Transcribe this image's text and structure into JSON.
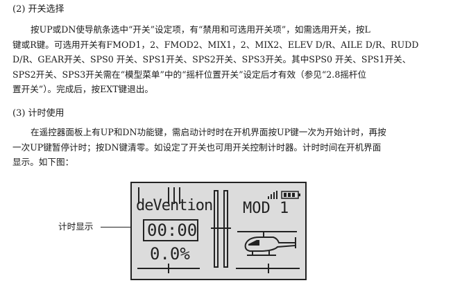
{
  "section_switch": {
    "heading": "(2) 开关选择",
    "lines": [
      "按UP或DN使导航条选中“开关”设定项，有“禁用和可选用开关项”，如需选用开关，按L",
      "键或R键。可选用开关有FMOD1，2、FMOD2、MIX1，2、MIX2、ELEV D/R、AILE D/R、RUDD",
      "D/R、GEAR开关、SPS0 开关、SPS1开关、SPS2开关、SPS3开关。其中SPS0 开关、SPS1开关、",
      "SPS2开关、SPS3开关需在“模型菜单”中的“摇杆位置开关”设定后才有效（参见“2.8摇杆位",
      "置开关”）。完成后，按EXT键退出。"
    ]
  },
  "section_timer": {
    "heading": "(3) 计时使用",
    "lines": [
      "在遥控器面板上有UP和DN功能键，需启动计时时在开机界面按UP键一次为开始计时，再按",
      "一次UP键暂停计时；按DN键清零。如设定了开关也可用开关控制计时器。计时时间在开机界面",
      "显示。如下图："
    ]
  },
  "lcd": {
    "brand": "deVention",
    "timer": "00:00",
    "percent": "0.0%",
    "model": "MOD 1",
    "battery_icon": "signal-battery-icon",
    "aircraft_icon": "helicopter-icon"
  },
  "callout": {
    "label": "计时显示"
  }
}
